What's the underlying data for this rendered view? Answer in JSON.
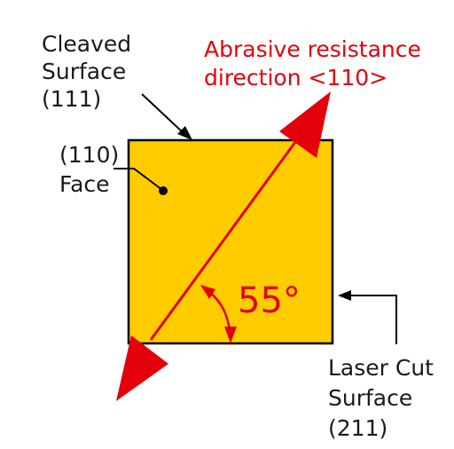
{
  "labels": {
    "cleaved_line1": "Cleaved",
    "cleaved_line2": "Surface",
    "cleaved_line3": "(111)",
    "direction_line1": "Abrasive resistance",
    "direction_line2": "direction <110>",
    "face_line1": "(110)",
    "face_line2": "Face",
    "angle": "55°",
    "laser_line1": "Laser Cut",
    "laser_line2": "Surface",
    "laser_line3": "(211)"
  },
  "colors": {
    "square_fill": "#ffcc00",
    "accent": "#e3000b",
    "ink": "#000000"
  }
}
